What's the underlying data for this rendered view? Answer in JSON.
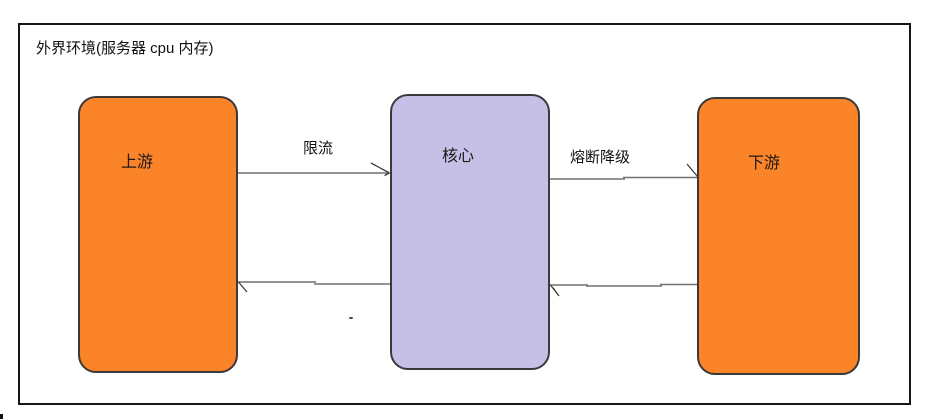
{
  "diagram": {
    "boundary_label": "外界环境(服务器 cpu 内存)",
    "nodes": [
      {
        "id": "upstream",
        "label": "上游",
        "fill": "#FB8328"
      },
      {
        "id": "core",
        "label": "核心",
        "fill": "#C7C0E6"
      },
      {
        "id": "downstream",
        "label": "下游",
        "fill": "#FB8328"
      }
    ],
    "edges": [
      {
        "from": "upstream",
        "to": "core",
        "label": "限流",
        "direction": "right"
      },
      {
        "from": "core",
        "to": "downstream",
        "label": "熔断降级",
        "direction": "right"
      },
      {
        "from": "core",
        "to": "upstream",
        "label": "",
        "direction": "left"
      },
      {
        "from": "downstream",
        "to": "core",
        "label": "",
        "direction": "left"
      }
    ],
    "colors": {
      "node_orange": "#FB8328",
      "node_purple": "#C7C0E6",
      "node_border": "#3a3a3a",
      "boundary_border": "#161616",
      "edge_line": "#707070",
      "edge_arrowhead": "#3d3d3d",
      "text": "#111111"
    }
  }
}
